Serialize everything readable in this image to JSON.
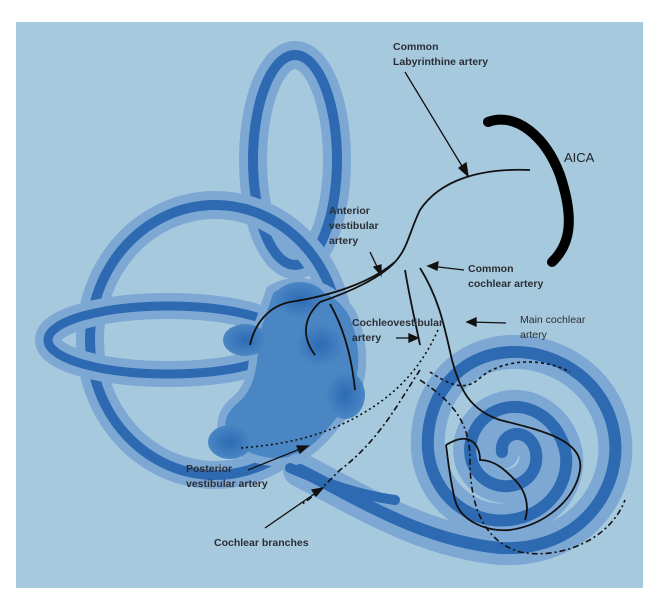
{
  "labels": {
    "common_labyrinthine": [
      "Common",
      "Labyrinthine artery"
    ],
    "aica": "AICA",
    "anterior_vestibular": [
      "Anterior",
      "vestibular",
      "artery"
    ],
    "common_cochlear": [
      "Common",
      "cochlear artery"
    ],
    "cochleovestibular": [
      "Cochleovestibular",
      "artery"
    ],
    "main_cochlear": [
      "Main cochlear",
      "artery"
    ],
    "posterior_vestibular": [
      "Posterior",
      "vestibular artery"
    ],
    "cochlear_branches": "Cochlear branches"
  },
  "colors": {
    "background": "#a7c9de",
    "labyrinth_outer": "#4b86c4",
    "labyrinth_inner": "#1f5ea7",
    "vessel": "#111111",
    "text": "#2b2f35"
  }
}
